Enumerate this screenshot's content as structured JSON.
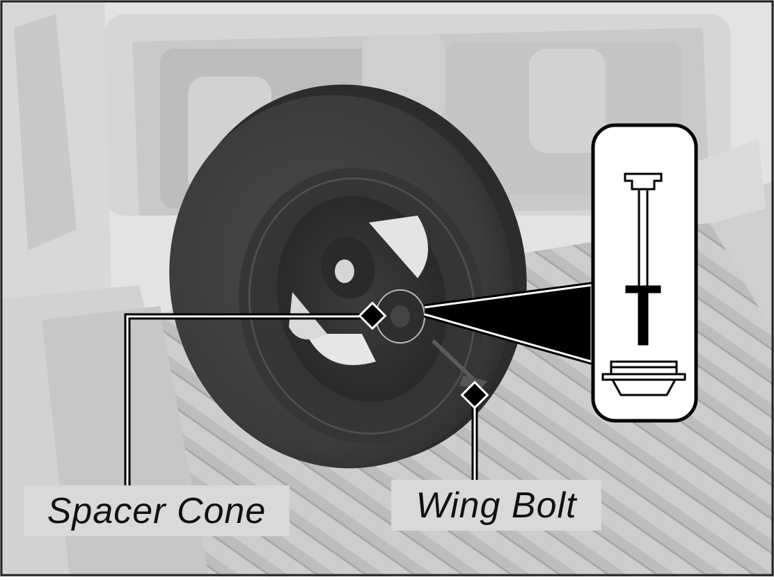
{
  "labels": {
    "spacer_cone": "Spacer Cone",
    "wing_bolt": "Wing Bolt"
  },
  "colors": {
    "background": "#e6e6e6",
    "tire": "#3f3f3f",
    "tire_highlight": "#5a5a5a",
    "truck_bed": "#cfcfcf",
    "label_box": "#d9d9d9",
    "leader_line": "#000000"
  },
  "callouts": [
    {
      "name": "spacer-cone",
      "marker": "diamond"
    },
    {
      "name": "wing-bolt",
      "marker": "diamond"
    }
  ],
  "inset": {
    "depicts": [
      "wing-bolt-icon",
      "spacer-cone-icon"
    ]
  }
}
